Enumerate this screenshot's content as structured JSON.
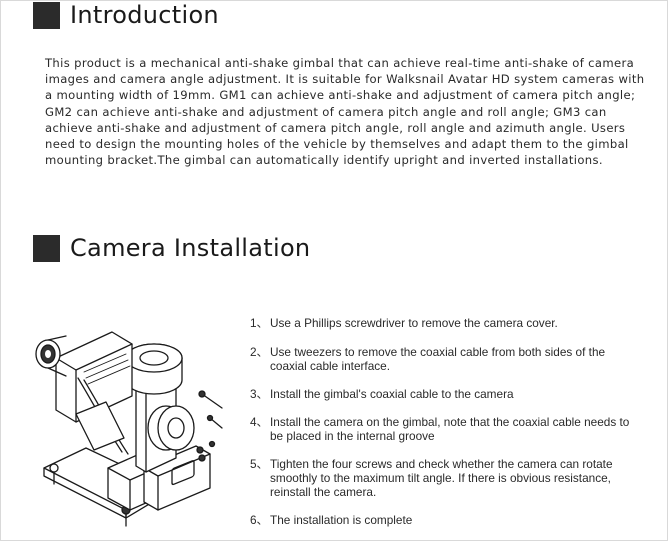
{
  "intro": {
    "heading": "Introduction",
    "paragraph": "This product is a mechanical anti-shake gimbal that can achieve real-time anti-shake of camera images and camera angle adjustment. It is suitable for Walksnail Avatar HD system cameras with a mounting width of 19mm. GM1 can achieve anti-shake and adjustment of camera pitch angle; GM2 can achieve anti-shake and adjustment of camera pitch angle and roll angle; GM3 can achieve anti-shake and adjustment of camera pitch angle, roll angle and azimuth angle. Users need to design the mounting holes of the vehicle by themselves and adapt them to the gimbal mounting bracket.The gimbal can automatically identify upright and inverted installations."
  },
  "camera_installation": {
    "heading": "Camera Installation",
    "steps": [
      {
        "number": "1、",
        "text": "Use a Phillips screwdriver to remove the camera cover."
      },
      {
        "number": "2、",
        "text": "Use tweezers to remove the coaxial cable from both sides of the coaxial cable interface."
      },
      {
        "number": "3、",
        "text": "Install the gimbal's coaxial cable to the camera"
      },
      {
        "number": "4、",
        "text": "Install the camera on the gimbal, note that the coaxial cable needs to be placed in the internal groove"
      },
      {
        "number": "5、",
        "text": "Tighten the four screws and check whether the camera can rotate smoothly to the maximum tilt angle. If there is obvious resistance, reinstall the camera."
      },
      {
        "number": "6、",
        "text": "The installation is complete"
      }
    ]
  },
  "colors": {
    "heading_square": "#2b2b2b",
    "text": "#2a2a2a",
    "border": "#d9d9d9"
  },
  "icons": {
    "section_marker": "filled-square",
    "illustration": "gimbal-camera-line-drawing"
  }
}
